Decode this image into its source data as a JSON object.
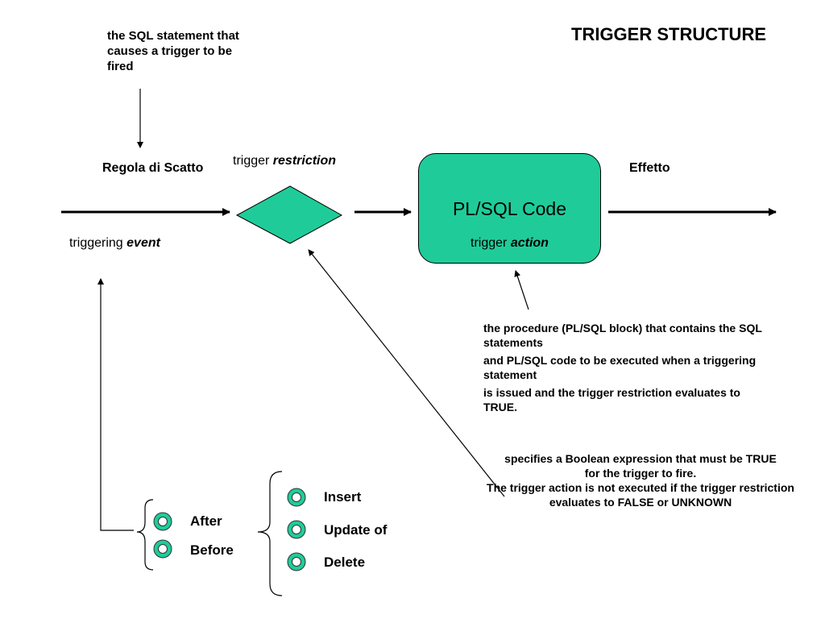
{
  "title": "TRIGGER STRUCTURE",
  "sql_note": "the SQL statement that causes a trigger to be fired",
  "regola": "Regola di Scatto",
  "triggering_event": {
    "prefix": "triggering ",
    "emphasis": "event"
  },
  "restriction": {
    "prefix": "trigger ",
    "emphasis": "restriction"
  },
  "code_box": {
    "title": "PL/SQL Code",
    "prefix": "trigger ",
    "emphasis": "action"
  },
  "effetto": "Effetto",
  "procedure_note": [
    "the procedure (PL/SQL block) that contains the SQL statements",
    "and PL/SQL code to be executed when a triggering statement",
    "is issued and the trigger restriction evaluates to TRUE."
  ],
  "boolean_note": [
    "specifies a Boolean expression that must be TRUE",
    "for the trigger to fire.",
    "The trigger action is not executed if the trigger restriction",
    "evaluates to FALSE or UNKNOWN"
  ],
  "timing_options": [
    "After",
    "Before"
  ],
  "event_options": [
    "Insert",
    "Update of",
    "Delete"
  ],
  "colors": {
    "accent": "#1fcc99",
    "line": "#000000"
  }
}
